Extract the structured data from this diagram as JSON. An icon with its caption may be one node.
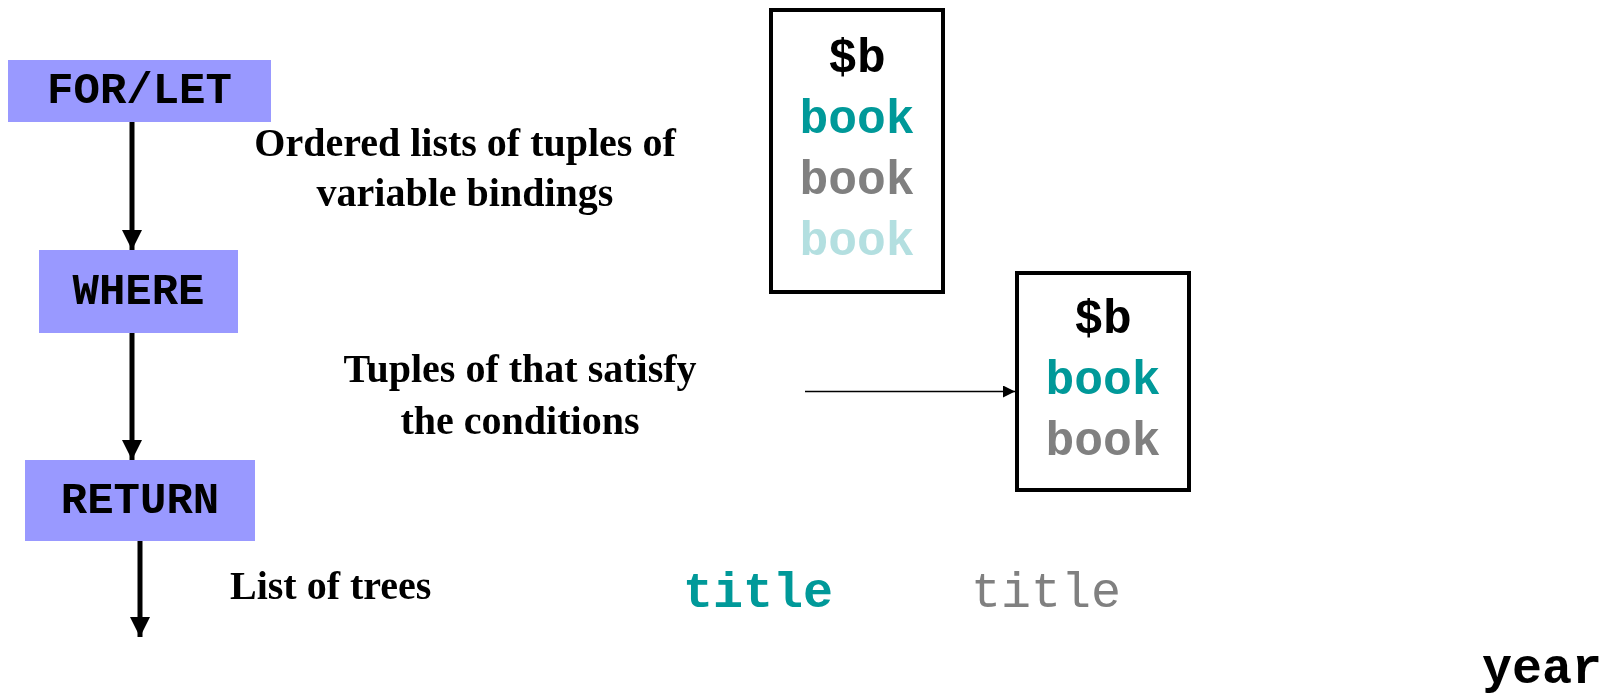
{
  "diagram": {
    "nodes": [
      {
        "text": [
          "FOR/LET"
        ]
      },
      {
        "text": [
          "WHERE"
        ]
      },
      {
        "text": [
          "RETURN"
        ]
      },
      {
        "text": [
          "$b",
          "book",
          "book",
          "book"
        ]
      },
      {
        "text": [
          "$b",
          "book",
          "book"
        ]
      },
      {
        "text": [
          "Tuples of that satisfy the conditions"
        ]
      }
    ],
    "edges": [
      {
        "from": 0,
        "to": 1,
        "arrow": "to"
      },
      {
        "from": 1,
        "to": 2,
        "arrow": "to"
      },
      {
        "from": 2,
        "to": null,
        "arrow": "to"
      },
      {
        "from": null,
        "to": 4,
        "arrow": "to"
      }
    ],
    "labels": [
      "Ordered lists of tuples of variable bindings",
      "List of trees",
      "title",
      "title",
      "year"
    ]
  }
}
